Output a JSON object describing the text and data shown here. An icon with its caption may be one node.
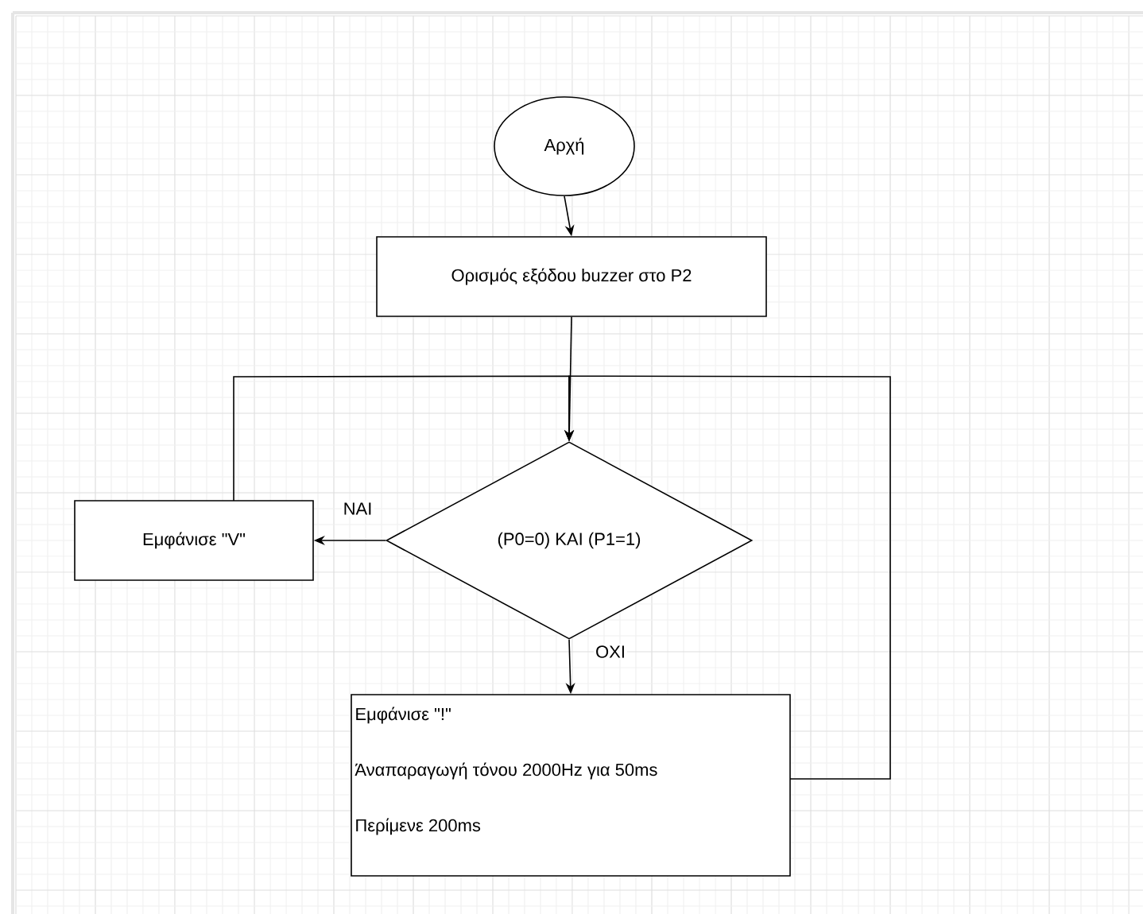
{
  "diagram": {
    "nodes": [
      {
        "text": [
          "Αρχή"
        ]
      },
      {
        "text": [
          "Ορισμός εξόδου buzzer στο P2"
        ]
      },
      {
        "text": [
          "(P0=0) ΚΑΙ (P1=1)"
        ]
      },
      {
        "text": [
          "Εμφάνισε \"V\""
        ]
      },
      {
        "text": [
          "Εμφάνισε \"!\"",
          "Άναπαραγωγή τόνου 2000Hz για 50ms",
          "Περίμενε 200ms"
        ]
      }
    ],
    "edges": [
      {
        "from": 0,
        "to": 1,
        "arrow": "to"
      },
      {
        "from": 1,
        "to": 2,
        "arrow": "to"
      },
      {
        "from": 2,
        "to": 3,
        "arrow": "to",
        "label": "ΝΑΙ"
      },
      {
        "from": 2,
        "to": 4,
        "arrow": "to",
        "label": "ΟΧΙ"
      },
      {
        "from": 3,
        "to": 2,
        "arrow": "to"
      },
      {
        "from": 4,
        "to": 2,
        "arrow": "to"
      }
    ]
  }
}
